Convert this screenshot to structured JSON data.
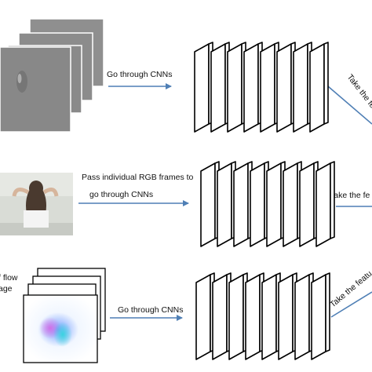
{
  "labels": {
    "top_arrow": "Go through CNNs",
    "top_right": "Take the fe",
    "mid_arrow_line1": "Pass individual RGB frames to",
    "mid_arrow_line2": "go through CNNs",
    "mid_right": "Take the fe",
    "bottom_arrow": "Go through CNNs",
    "bottom_right": "Take the featu",
    "bottom_left_line1": "f flow",
    "bottom_left_line2": "age"
  },
  "colors": {
    "arrow": "#4f7fb5",
    "layer_stroke": "#000000",
    "gray_frame": "#8e8e8e",
    "flow_frame_bg": "#ffffff"
  }
}
